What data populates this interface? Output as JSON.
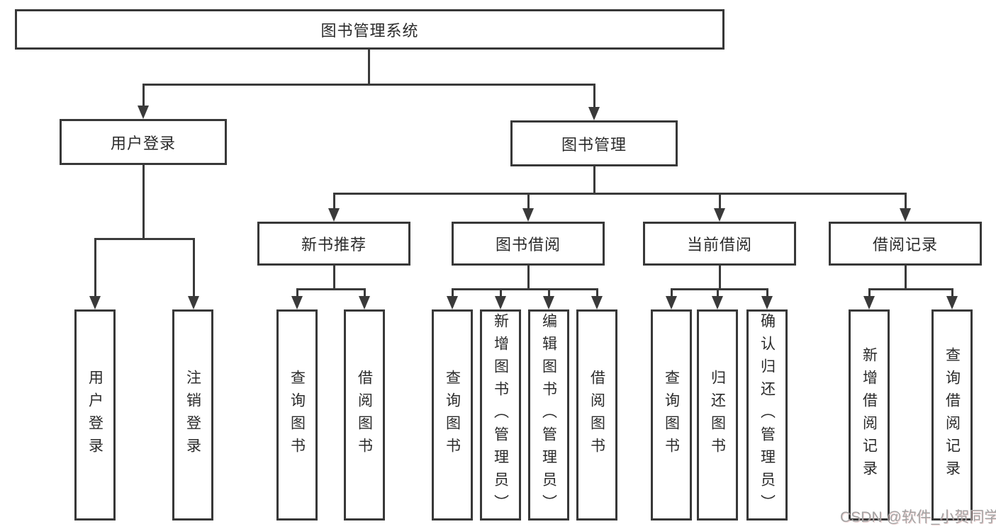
{
  "diagram": {
    "title": "图书管理系统",
    "root": {
      "label": "图书管理系统"
    },
    "level2": [
      {
        "id": "user-login",
        "label": "用户登录"
      },
      {
        "id": "book-management",
        "label": "图书管理"
      }
    ],
    "level3": [
      {
        "id": "new-book-recommend",
        "label": "新书推荐",
        "parent": "图书管理"
      },
      {
        "id": "book-borrow",
        "label": "图书借阅",
        "parent": "图书管理"
      },
      {
        "id": "current-borrow",
        "label": "当前借阅",
        "parent": "图书管理"
      },
      {
        "id": "borrow-record",
        "label": "借阅记录",
        "parent": "图书管理"
      }
    ],
    "leaves": [
      {
        "id": "leaf-user-login",
        "label": "用户登录",
        "parent": "用户登录"
      },
      {
        "id": "leaf-logout",
        "label": "注销登录",
        "parent": "用户登录"
      },
      {
        "id": "leaf-query-book-1",
        "label": "查询图书",
        "parent": "新书推荐"
      },
      {
        "id": "leaf-borrow-book-1",
        "label": "借阅图书",
        "parent": "新书推荐"
      },
      {
        "id": "leaf-query-book-2",
        "label": "查询图书",
        "parent": "图书借阅"
      },
      {
        "id": "leaf-add-book-admin",
        "label": "新增图书（管理员）",
        "parent": "图书借阅"
      },
      {
        "id": "leaf-edit-book-admin",
        "label": "编辑图书（管理员）",
        "parent": "图书借阅"
      },
      {
        "id": "leaf-borrow-book-2",
        "label": "借阅图书",
        "parent": "图书借阅"
      },
      {
        "id": "leaf-query-book-3",
        "label": "查询图书",
        "parent": "当前借阅"
      },
      {
        "id": "leaf-return-book",
        "label": "归还图书",
        "parent": "当前借阅"
      },
      {
        "id": "leaf-confirm-return-admin",
        "label": "确认归还（管理员）",
        "parent": "当前借阅"
      },
      {
        "id": "leaf-add-borrow-record",
        "label": "新增借阅记录",
        "parent": "借阅记录"
      },
      {
        "id": "leaf-query-borrow-record",
        "label": "查询借阅记录",
        "parent": "借阅记录"
      }
    ],
    "watermark": "CSDN @软件_小贺同学",
    "colors": {
      "line": "#3a3a3a",
      "border": "#383838",
      "text": "#2b2b2b",
      "background": "#ffffff",
      "watermark": "#a3a3a3"
    }
  }
}
